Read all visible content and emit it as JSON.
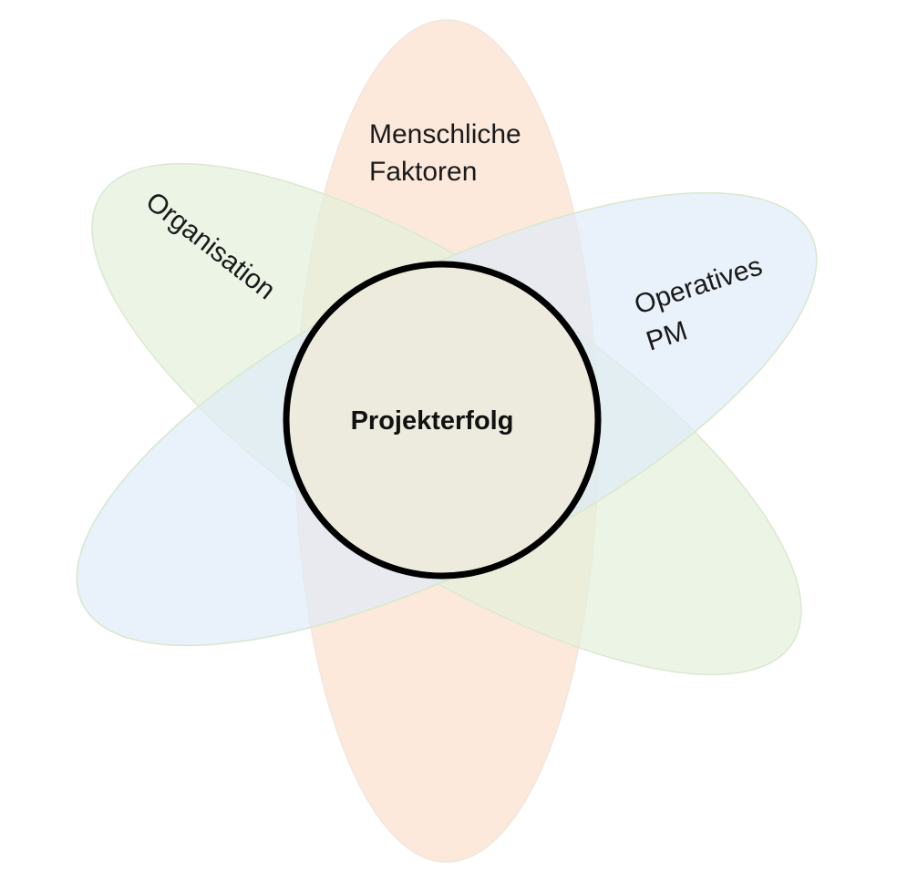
{
  "diagram": {
    "center": {
      "label": "Projekterfolg"
    },
    "petals": {
      "human": {
        "line1": "Menschliche",
        "line2": "Faktoren",
        "fill": "#fbe5d6",
        "stroke": "#f2e6dc"
      },
      "organisation": {
        "label": "Organisation",
        "fill": "#e2efda",
        "stroke": "#dbe8d2"
      },
      "operative": {
        "line1": "Operatives",
        "line2": "PM",
        "fill": "#deebf7",
        "stroke": "#d7e8cc"
      }
    },
    "colors": {
      "circle_fill": "#eeeadc",
      "circle_stroke": "#000000"
    }
  }
}
